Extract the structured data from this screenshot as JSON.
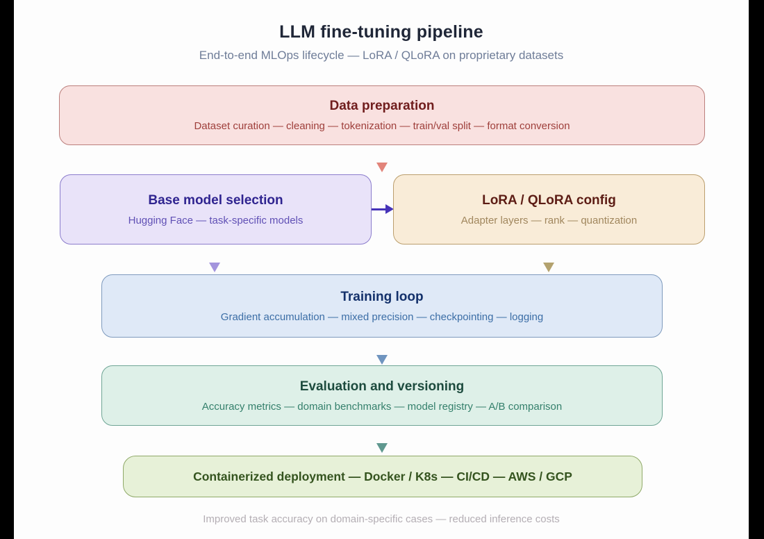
{
  "header": {
    "title": "LLM fine-tuning pipeline",
    "subtitle": "End-to-end MLOps lifecycle — LoRA / QLoRA on proprietary datasets"
  },
  "nodes": {
    "data_prep": {
      "title": "Data preparation",
      "detail": "Dataset curation — cleaning — tokenization — train/val split — format conversion",
      "fill": "#f9e1e0",
      "border": "#bb7f7c",
      "title_color": "#701d1d",
      "detail_color": "#9e3e3a"
    },
    "base_model": {
      "title": "Base model selection",
      "detail": "Hugging Face — task-specific models",
      "fill": "#e9e3f9",
      "border": "#8b7ccc",
      "title_color": "#2f2490",
      "detail_color": "#6050b5"
    },
    "lora_config": {
      "title": "LoRA / QLoRA config",
      "detail": "Adapter layers — rank — quantization",
      "fill": "#f9ecd8",
      "border": "#bb9e6d",
      "title_color": "#5d1d15",
      "detail_color": "#a1875e"
    },
    "training": {
      "title": "Training loop",
      "detail": "Gradient accumulation — mixed precision — checkpointing — logging",
      "fill": "#dfe9f7",
      "border": "#7e9abd",
      "title_color": "#14316b",
      "detail_color": "#3c6ea6"
    },
    "evaluation": {
      "title": "Evaluation and versioning",
      "detail": "Accuracy metrics — domain benchmarks — model registry — A/B comparison",
      "fill": "#def0e8",
      "border": "#6fa595",
      "title_color": "#1d4b3e",
      "detail_color": "#35806c"
    },
    "deployment": {
      "title": "Containerized deployment — Docker / K8s — CI/CD — AWS / GCP",
      "fill": "#e7f1d8",
      "border": "#8fa968",
      "title_color": "#35541f"
    }
  },
  "arrows": {
    "data_prep_down": {
      "color": "#e2847a",
      "direction": "down"
    },
    "base_model_to_lora": {
      "color": "#4633b8",
      "direction": "right"
    },
    "base_model_down": {
      "color": "#a394dd",
      "direction": "down"
    },
    "lora_config_down": {
      "color": "#b3a26e",
      "direction": "down"
    },
    "training_down": {
      "color": "#6f94bf",
      "direction": "down"
    },
    "evaluation_down": {
      "color": "#5f988f",
      "direction": "down"
    }
  },
  "footer": {
    "text": "Improved task accuracy on domain-specific cases — reduced inference costs"
  }
}
